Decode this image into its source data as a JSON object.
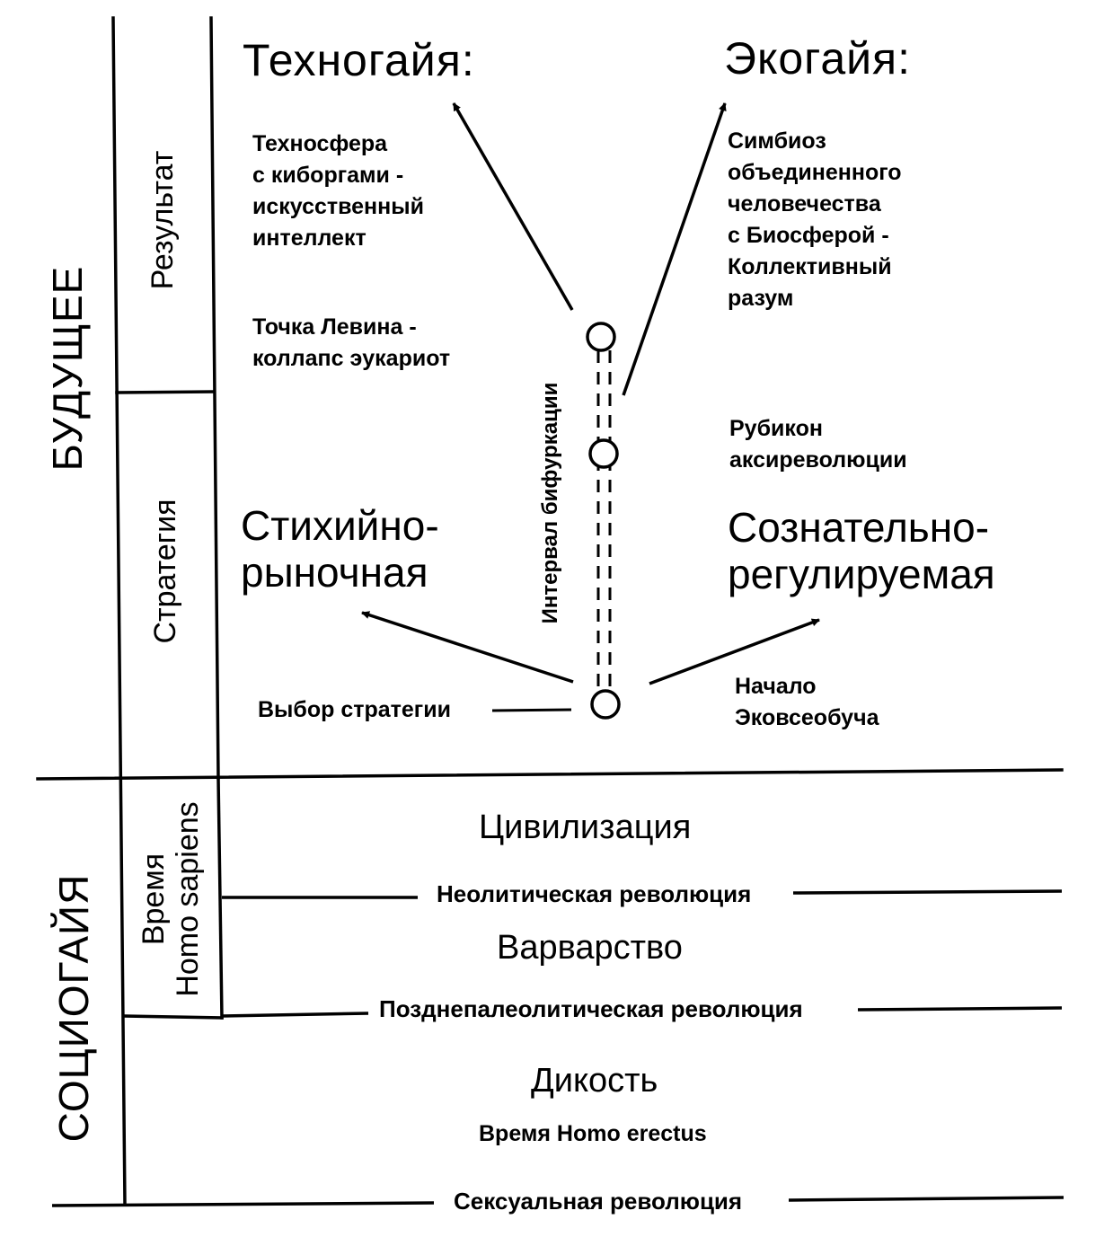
{
  "eras": {
    "future": "БУДУЩЕЕ",
    "sociogaia": "СОЦИОГАЙЯ"
  },
  "phases": {
    "result": "Результат",
    "strategy": "Стратегия",
    "homo_sapiens_time": [
      "Время",
      "Homo sapiens"
    ]
  },
  "outcomes": {
    "technogaia": {
      "title": "Техногайя:",
      "description": [
        "Техносфера",
        "с киборгами -",
        "искусственный",
        "интеллект"
      ],
      "point": [
        "Точка Левина -",
        "коллапс эукариот"
      ]
    },
    "ecogaia": {
      "title": "Экогайя:",
      "description": [
        "Симбиоз",
        "объединенного",
        "человечества",
        "с Биосферой -",
        "Коллективный",
        "разум"
      ],
      "point": [
        "Рубикон",
        "аксиреволюции"
      ]
    }
  },
  "strategies": {
    "spontaneous": [
      "Стихийно-",
      "рыночная"
    ],
    "conscious": [
      "Сознательно-",
      "регулируемая"
    ]
  },
  "bifurcation": {
    "interval_label": "Интервал бифуркации",
    "choice_label": "Выбор стратегии",
    "start_label": [
      "Начало",
      "Эковсеобуча"
    ]
  },
  "stages": {
    "civilization": "Цивилизация",
    "barbarism": "Варварство",
    "savagery": "Дикость",
    "erectus_time": "Время Homo erectus"
  },
  "revolutions": {
    "neolithic": "Неолитическая революция",
    "late_paleolithic": "Позднепалеолитическая революция",
    "sexual": "Сексуальная революция"
  }
}
